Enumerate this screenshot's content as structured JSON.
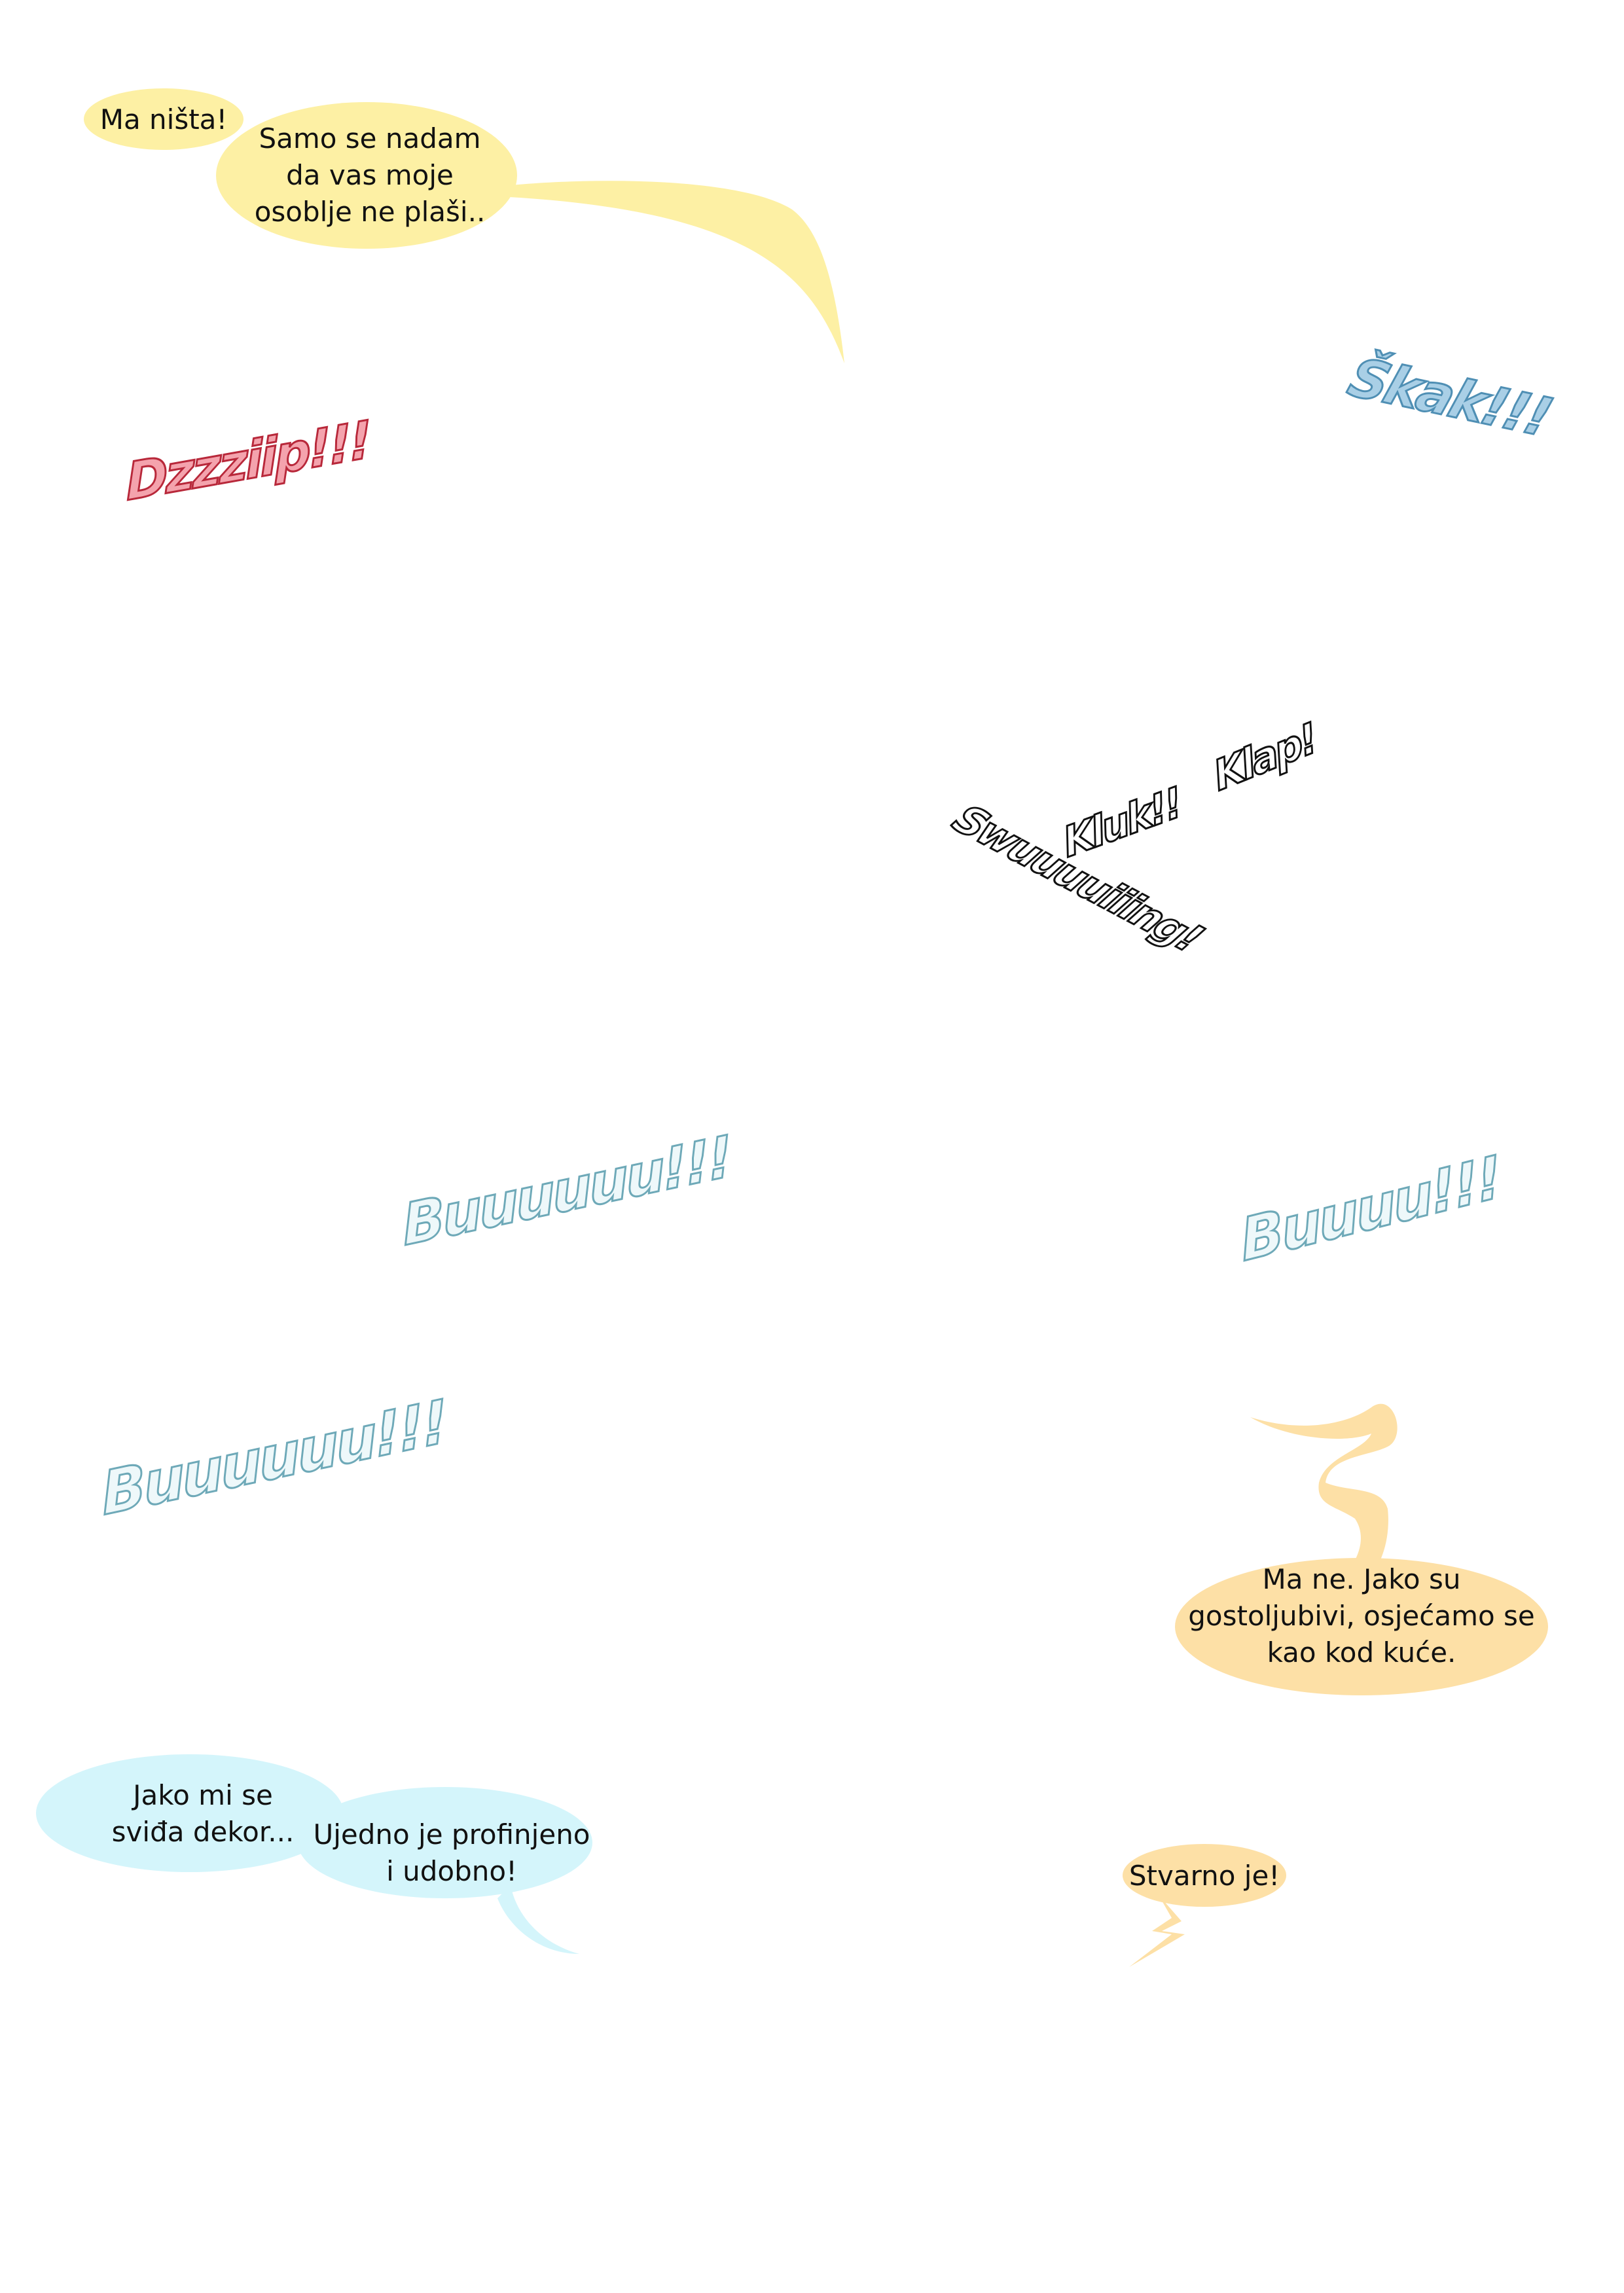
{
  "colors": {
    "bubble_yellow": "#fdf0a4",
    "bubble_orange": "#fde0a6",
    "bubble_blue": "#d4f5fb"
  },
  "bubbles": {
    "ma_nista": "Ma ništa!",
    "samo_se_nadam": "Samo se nadam\nda vas moje\nosoblje ne plaši..",
    "ma_ne": "Ma ne. Jako su\ngostoljubivi, osjećamo se\nkao kod kuće.",
    "jako_mi_se": "Jako mi se\nsviđa dekor...",
    "ujedno": "Ujedno je profinjeno\ni udobno!",
    "stvarno": "Stvarno je!"
  },
  "sfx": {
    "dzzziip": "Dzzziip!!!",
    "skak": "Škak!!!",
    "kluk": "Kluk!!",
    "klap": "Klap!",
    "swoosh": "Swuuuuiiing!",
    "buuuuu_1": "Buuuuuu!!!",
    "buuuuu_2": "Buuuu!!!",
    "buuuuu_3": "Buuuuuu!!!"
  }
}
